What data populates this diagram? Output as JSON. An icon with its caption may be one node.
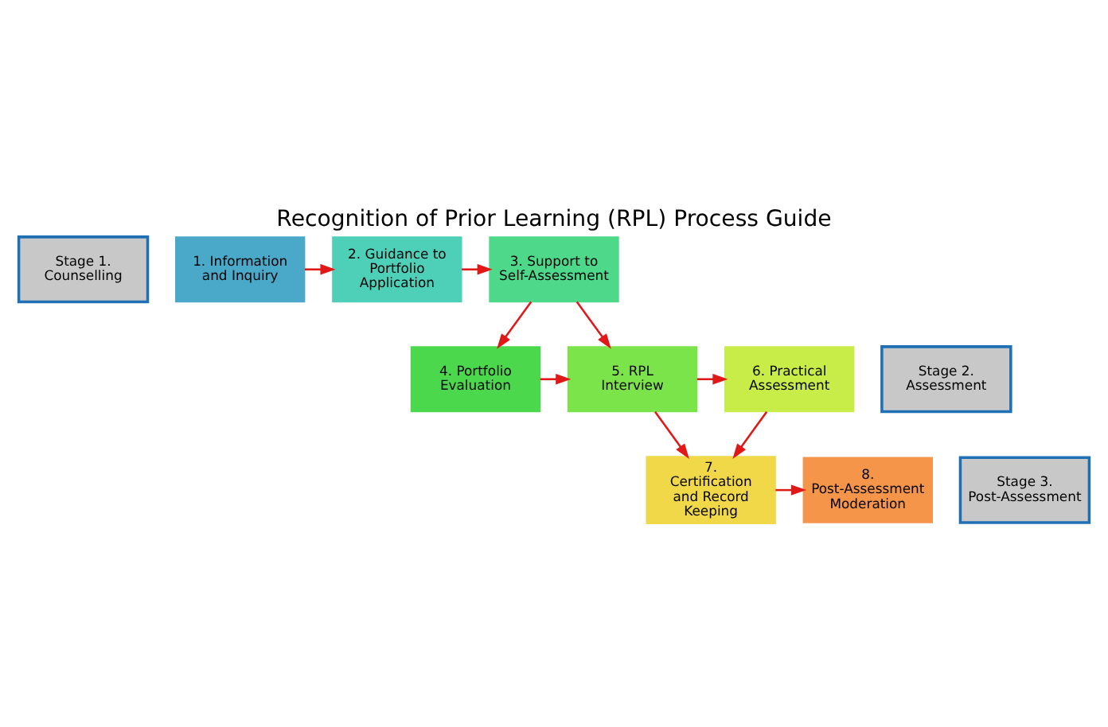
{
  "diagram": {
    "title": "Recognition of Prior Learning (RPL) Process Guide",
    "nodes": [
      {
        "text": [
          "Stage 1. Counselling"
        ]
      },
      {
        "text": [
          "1. Information and Inquiry"
        ]
      },
      {
        "text": [
          "2. Guidance to Portfolio Application"
        ]
      },
      {
        "text": [
          "3. Support to Self-Assessment"
        ]
      },
      {
        "text": [
          "Stage 2. Assessment"
        ]
      },
      {
        "text": [
          "4. Portfolio Evaluation"
        ]
      },
      {
        "text": [
          "5. RPL Interview"
        ]
      },
      {
        "text": [
          "6. Practical Assessment"
        ]
      },
      {
        "text": [
          "Stage 3. Post-Assessment"
        ]
      },
      {
        "text": [
          "7. Certification and Record Keeping"
        ]
      },
      {
        "text": [
          "8. Post-Assessment Moderation"
        ]
      }
    ],
    "edges": [
      {
        "from": 1,
        "to": 2,
        "arrow": "to"
      },
      {
        "from": 2,
        "to": 3,
        "arrow": "to"
      },
      {
        "from": 3,
        "to": 5,
        "arrow": "to"
      },
      {
        "from": 3,
        "to": 6,
        "arrow": "to"
      },
      {
        "from": 5,
        "to": 6,
        "arrow": "to"
      },
      {
        "from": 6,
        "to": 7,
        "arrow": "to"
      },
      {
        "from": 6,
        "to": 9,
        "arrow": "to"
      },
      {
        "from": 7,
        "to": 9,
        "arrow": "to"
      },
      {
        "from": 9,
        "to": 10,
        "arrow": "to"
      }
    ]
  }
}
